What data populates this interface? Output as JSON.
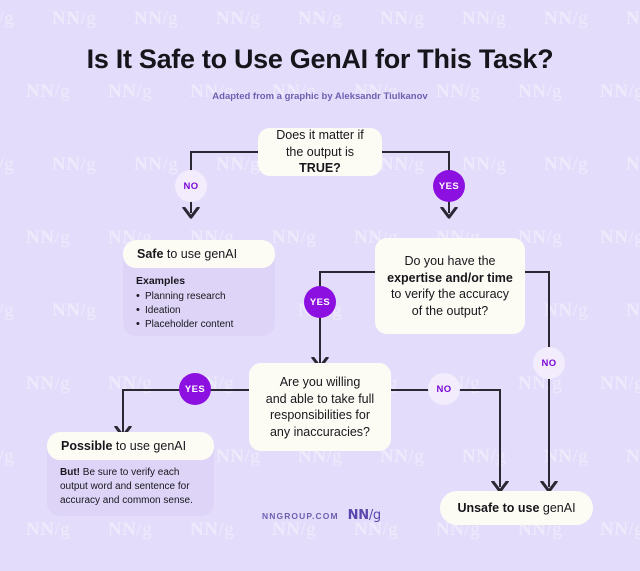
{
  "header": {
    "title": "Is It Safe to Use GenAI for This Task?",
    "subtitle": "Adapted from a graphic by Aleksandr Tiulkanov"
  },
  "colors": {
    "background": "#e3ddfb",
    "node_fill": "#fdfcf4",
    "card_panel": "#ddd4f7",
    "yes_badge": "#8c10e0",
    "no_badge_fill": "#f2ecfd",
    "no_badge_text": "#7a09d6",
    "text": "#17161c",
    "accent_muted": "#6f5fb0",
    "wire": "#2b2733"
  },
  "nodes": {
    "q1": {
      "line1": "Does it matter if",
      "line2_prefix": "the output is ",
      "line2_bold": "TRUE?"
    },
    "q2": {
      "line1": "Do you have the",
      "line2_bold": "expertise and/or time",
      "line3": "to verify the accuracy",
      "line4": "of the output?"
    },
    "q3": {
      "line1": "Are you willing",
      "line2": "and able to take full",
      "line3": "responsibilities for",
      "line4": "any inaccuracies?"
    }
  },
  "outcomes": {
    "safe": {
      "head_bold": "Safe",
      "head_rest": " to use genAI",
      "examples_label": "Examples",
      "examples": [
        "Planning research",
        "Ideation",
        "Placeholder content"
      ]
    },
    "possible": {
      "head_bold": "Possible",
      "head_rest": " to use genAI",
      "note_bold": "But!",
      "note_rest": " Be sure to verify each output word and sentence for accuracy and common sense."
    },
    "unsafe": {
      "bold": "Unsafe to use",
      "rest": " genAI"
    }
  },
  "badges": {
    "q1_no": "NO",
    "q1_yes": "YES",
    "q2_yes": "YES",
    "q2_no": "NO",
    "q3_yes": "YES",
    "q3_no": "NO"
  },
  "footer": {
    "domain": "NNGROUP.COM",
    "logo_nn": "NN",
    "logo_slash": "/",
    "logo_g": "g"
  },
  "watermark": {
    "nn": "NN",
    "slash": "/",
    "g": "g"
  }
}
